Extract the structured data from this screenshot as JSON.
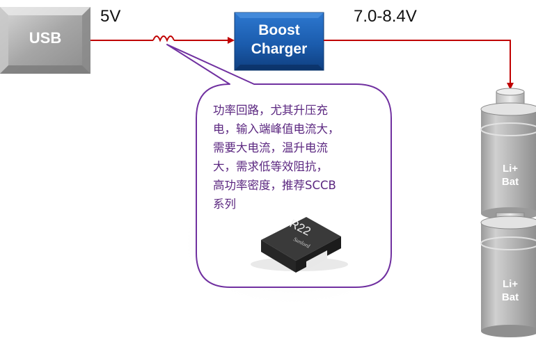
{
  "usb_label": "USB",
  "input_voltage": "5V",
  "charger_label_line1": "Boost",
  "charger_label_line2": "Charger",
  "output_voltage": "7.0-8.4V",
  "callout": {
    "lines": [
      "功率回路，尤其升压充",
      "电，输入端峰值电流大，",
      "需要大电流，温升电流",
      "大，需求低等效阻抗，",
      "高功率密度，推荐SCCB",
      "系列"
    ]
  },
  "inductor_marking": "R22",
  "batteries": [
    {
      "label_line1": "Li+",
      "label_line2": "Bat"
    },
    {
      "label_line1": "Li+",
      "label_line2": "Bat"
    }
  ],
  "colors": {
    "wire": "#c00000",
    "callout_border": "#7030a0",
    "callout_text": "#5b2780",
    "charger_fill": "#1f5fae",
    "usb_fill": "#a6a6a6"
  }
}
